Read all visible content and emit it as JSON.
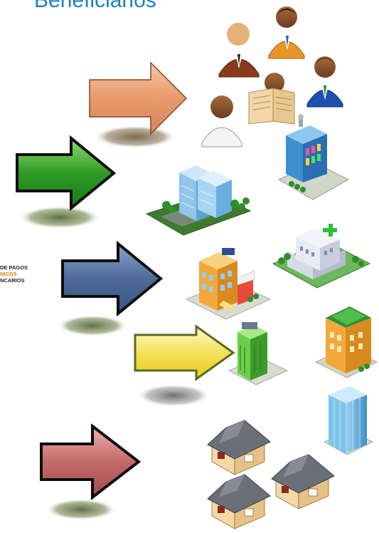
{
  "title": "Beneficiarios",
  "side_text": {
    "line1": "DE PAGOS",
    "line2": "NICOS",
    "line3": "NCARIOS"
  },
  "colors": {
    "title": "#1f7fc2",
    "side_line1": "#222222",
    "side_line2": "#e07b00",
    "side_line3": "#222222",
    "arrow_orange": "#e8a276",
    "arrow_green": "#3caa2e",
    "arrow_blue": "#5a78a8",
    "arrow_yellow": "#f3e25a",
    "arrow_red": "#c46a6a"
  },
  "arrows": [
    {
      "name": "arrow-orange",
      "color": "orange",
      "target": "people"
    },
    {
      "name": "arrow-green",
      "color": "green",
      "target": "office-buildings"
    },
    {
      "name": "arrow-blue",
      "color": "blue",
      "target": "commercial-buildings"
    },
    {
      "name": "arrow-yellow",
      "color": "yellow",
      "target": "towers"
    },
    {
      "name": "arrow-red",
      "color": "red",
      "target": "houses"
    }
  ],
  "icons": [
    "people-icon",
    "office-building-icon",
    "hospital-icon",
    "store-building-icon",
    "tower-icon",
    "house-icon"
  ]
}
